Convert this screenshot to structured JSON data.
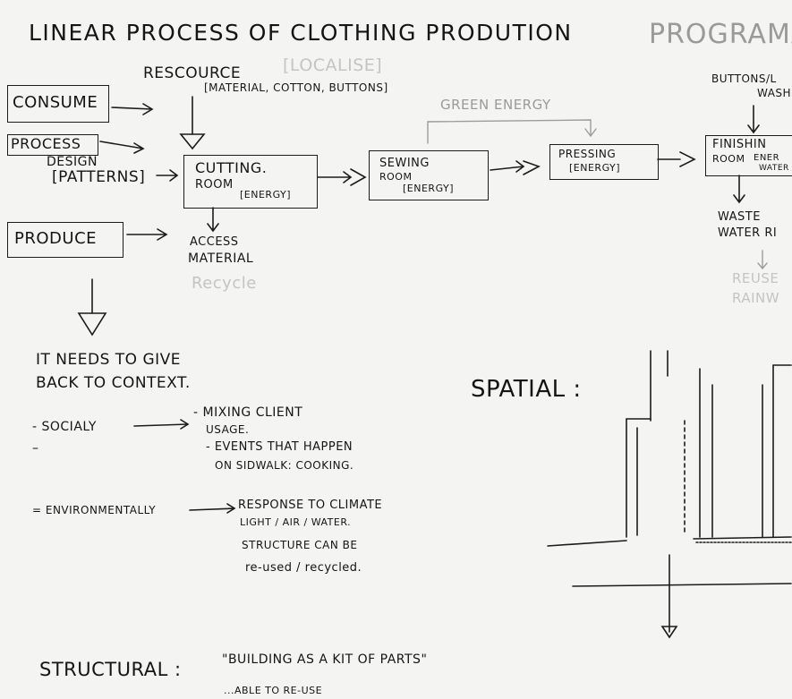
{
  "title": "Linear Process of Clothing Prodution",
  "title_right": "Programa",
  "left_boxes": {
    "consume": "Consume",
    "process": "Process",
    "produce": "Produce"
  },
  "design_label": "Design",
  "patterns_label": "[Patterns]",
  "resource": {
    "label": "Rescource",
    "local": "[Localise]",
    "materials": "[Material, Cotton, Buttons]"
  },
  "green_energy": "Green Energy",
  "stages": [
    {
      "name": "Cutting.",
      "sub": "Room",
      "energy": "[Energy]"
    },
    {
      "name": "Sewing",
      "sub": "Room",
      "energy": "[Energy]"
    },
    {
      "name": "Pressing",
      "energy": "[Energy]"
    },
    {
      "name": "Finishin",
      "sub": "Room",
      "energy": "Ener",
      "water": "Water"
    }
  ],
  "buttons_label": "Buttons/L",
  "wash_label": "Wash",
  "access_material": [
    "Access",
    "Material"
  ],
  "recycle": "Recycle",
  "waste_water": [
    "Waste",
    "Water Ri"
  ],
  "reuse_faint": [
    "Reuse",
    "Rainw"
  ],
  "context": {
    "heading": [
      "It needs to give",
      "back to context."
    ],
    "socially_label": "- Socialy",
    "socially_points": [
      "- Mixing client",
      "usage.",
      "- Events that happen",
      "on sidwalk: cooking."
    ],
    "env_label": "= Environmentally",
    "env_points": [
      "Response to climate",
      "light / air / water.",
      "Structure can be",
      "re-used / recycled."
    ]
  },
  "spatial_label": "Spatial :",
  "structural": {
    "label": "Structural :",
    "quote": "\"Building as a kit of parts\"",
    "next_line": "...able to re-use"
  }
}
